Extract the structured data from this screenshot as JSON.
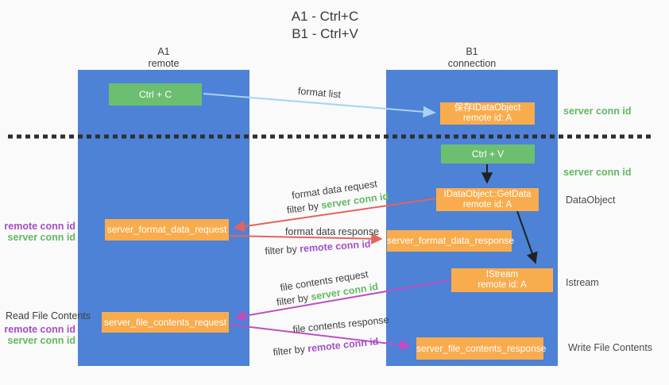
{
  "title": {
    "line1": "A1 - Ctrl+C",
    "line2": "B1 - Ctrl+V"
  },
  "lifelines": {
    "a1": {
      "title": "A1",
      "subtitle": "remote"
    },
    "b1": {
      "title": "B1",
      "subtitle": "connection"
    }
  },
  "boxes": {
    "ctrl_c": {
      "label": "Ctrl + C"
    },
    "ctrl_v": {
      "label": "Ctrl + V"
    },
    "save_idataobject": {
      "line1": "保存IDataObject",
      "line2": "remote id: A"
    },
    "idataobject_getdata": {
      "line1": "IDataObject::GetData",
      "line2": "remote id: A"
    },
    "istream": {
      "line1": "IStream",
      "line2": "remote id: A"
    },
    "server_format_data_request": {
      "label": "server_format_data_request"
    },
    "server_format_data_response": {
      "label": "server_format_data_response"
    },
    "server_file_contents_request": {
      "label": "server_file_contents_request"
    },
    "server_file_contents_response": {
      "label": "server_file_contents_response"
    }
  },
  "arrow_labels": {
    "format_list": "format list",
    "format_data_request": "format data request",
    "format_data_response": "format data response",
    "file_contents_request": "file contents request",
    "file_contents_response": "file contents response",
    "filter_by": "filter by",
    "server_conn_id": "server conn id",
    "remote_conn_id": "remote conn id"
  },
  "side_labels": {
    "server_conn_id_top": "server conn id",
    "server_conn_id_mid": "server conn id",
    "dataobject": "DataObject",
    "istream": "Istream",
    "read_file_contents": "Read File Contents",
    "write_file_contents": "Write File Contents",
    "left_format": {
      "remote_conn_id": "remote conn id",
      "server_conn_id": "server conn id"
    },
    "left_file": {
      "remote_conn_id": "remote conn id",
      "server_conn_id": "server conn id"
    }
  },
  "colors": {
    "background": "#fafafa",
    "lifeline_blue": "#4d82d6",
    "box_green": "#6cbf70",
    "box_orange": "#f9ac4d",
    "arrow_lightblue": "#a9d2f1",
    "arrow_red": "#e5635a",
    "arrow_magenta": "#bf4fc1",
    "arrow_black": "#222222",
    "text_green": "#61b862",
    "text_purple": "#a34fc3",
    "text_gray": "#3e3e3e",
    "divider_dark": "#2e2e2e"
  }
}
